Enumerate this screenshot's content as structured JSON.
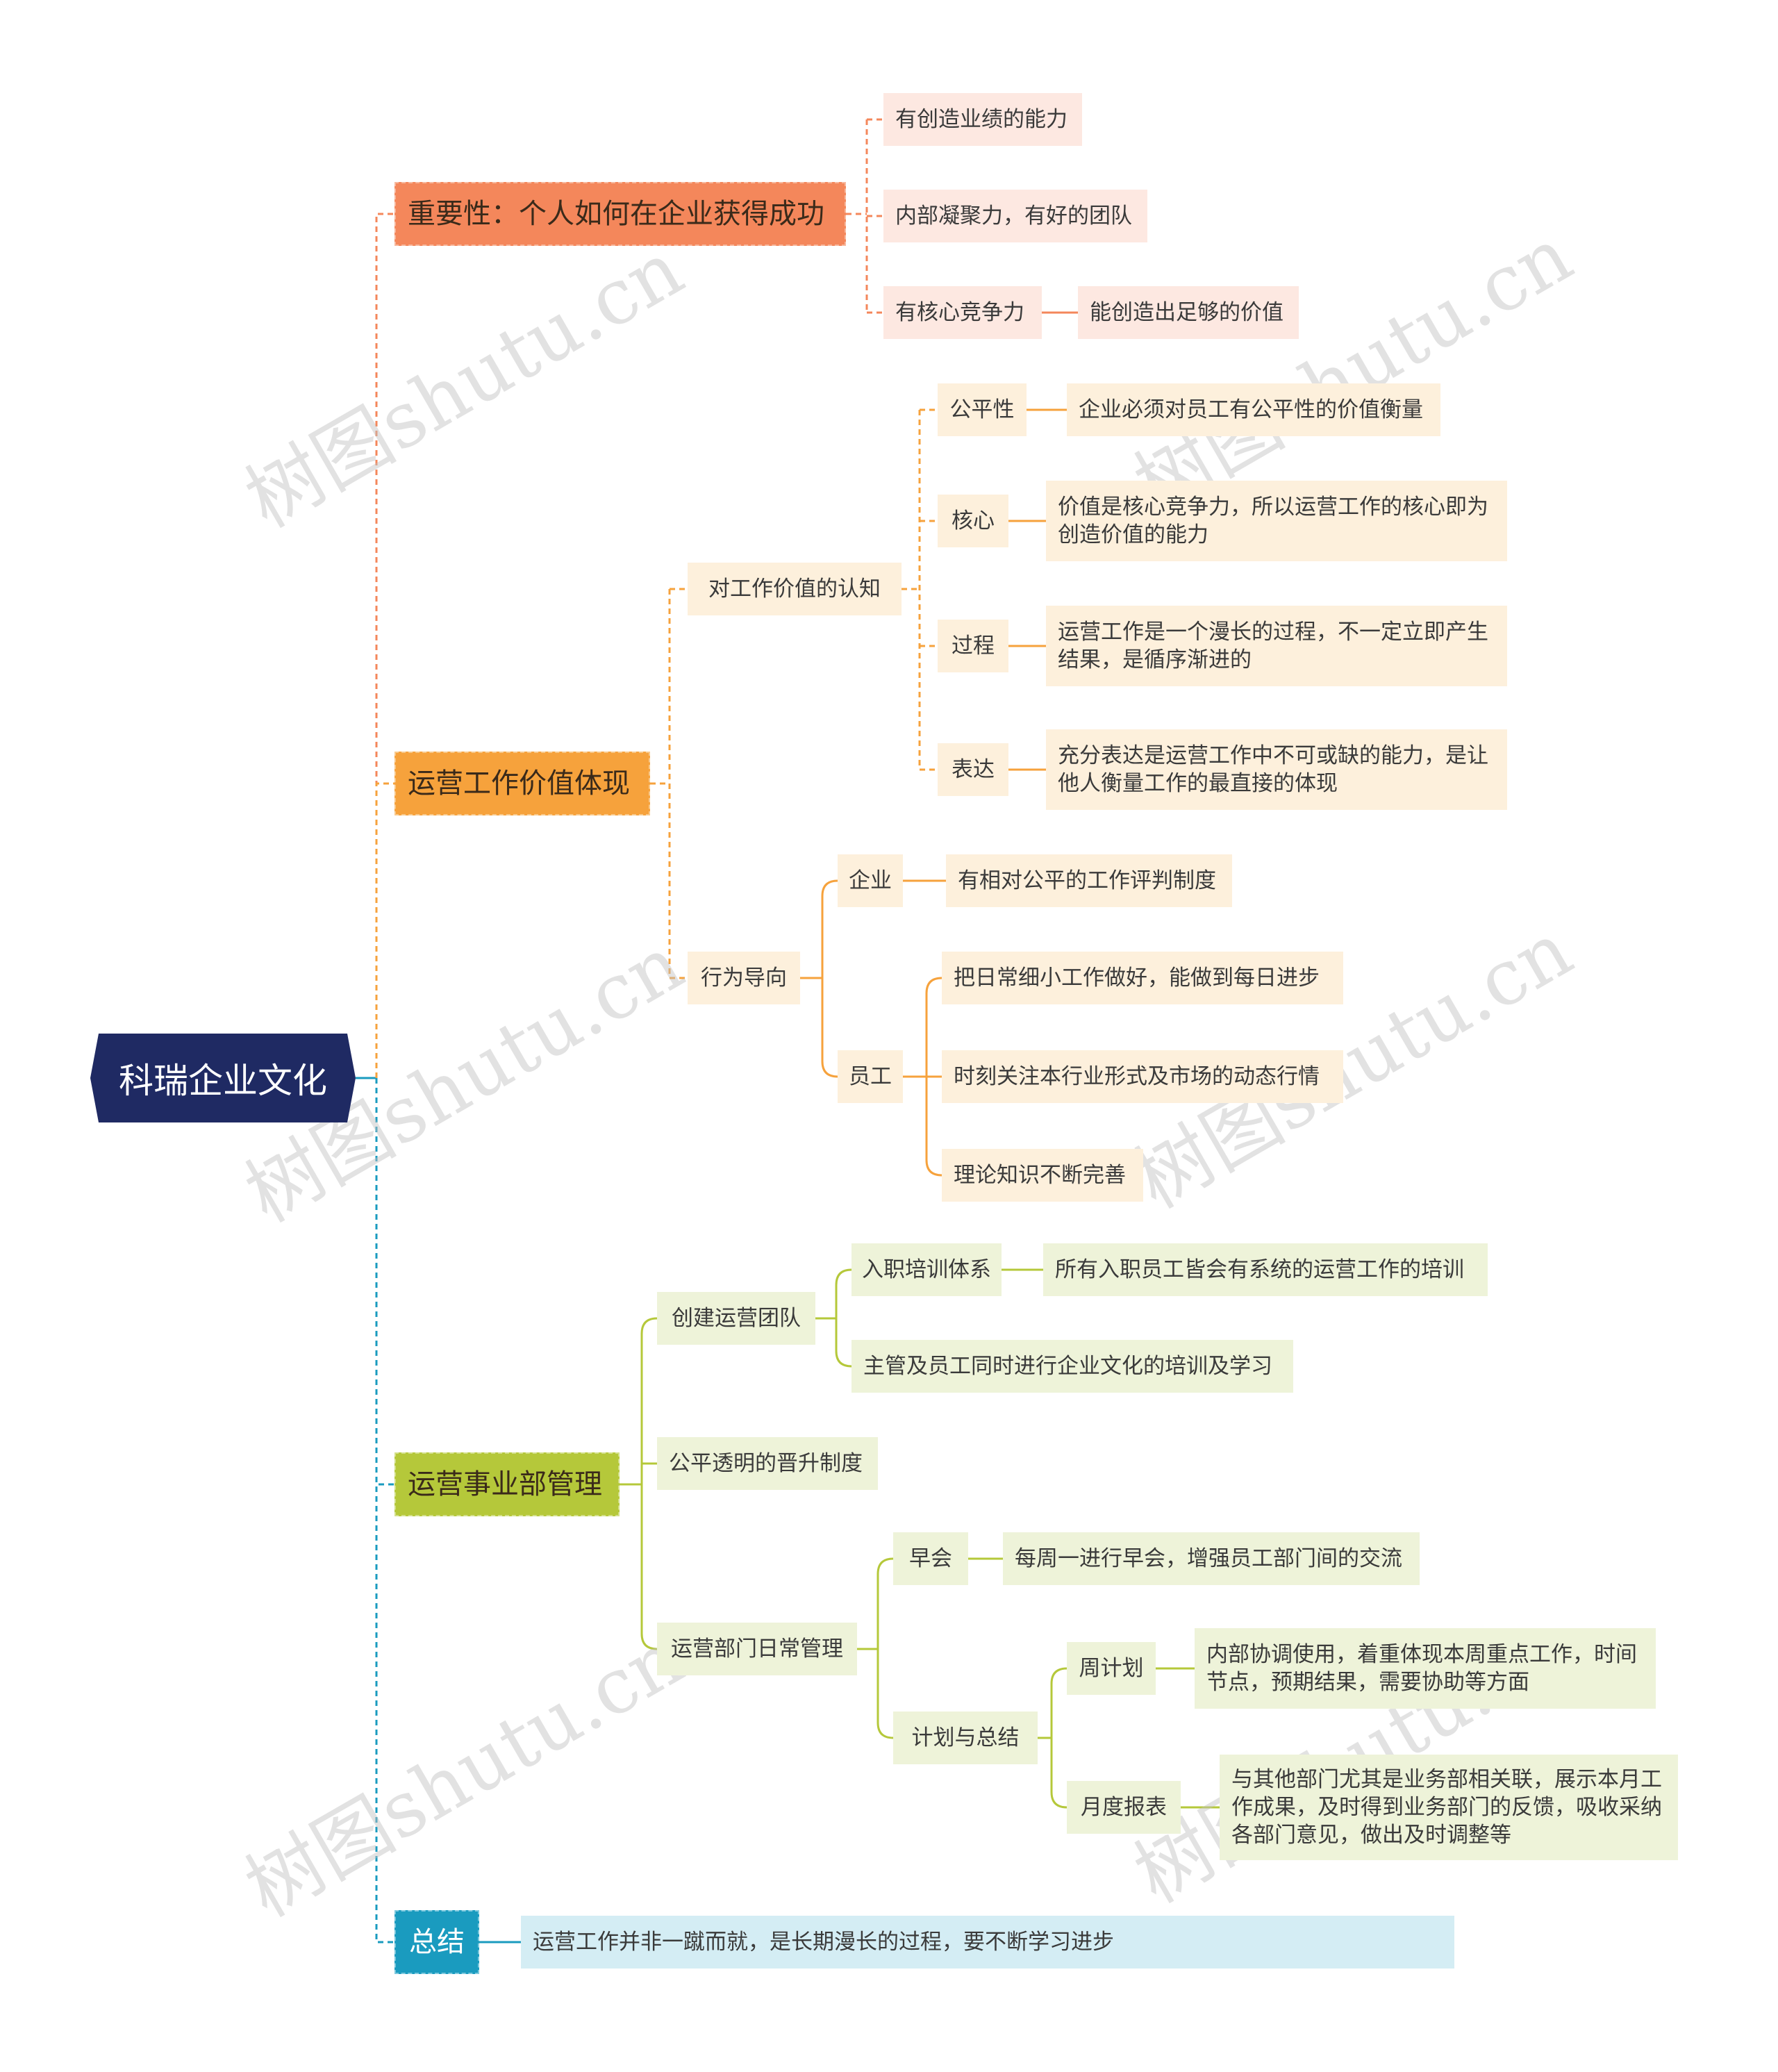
{
  "root": "科瑞企业文化",
  "watermark": "树图shutu.cn",
  "colors": {
    "orange": "#f4875b",
    "amber": "#f6a23c",
    "lime": "#b5c83a",
    "teal": "#1a9bbf",
    "root": "#1f2a63"
  },
  "importance": {
    "title": "重要性：个人如何在企业获得成功",
    "items": [
      "有创造业绩的能力",
      "内部凝聚力，有好的团队",
      "有核心竞争力"
    ],
    "core_value": "能创造出足够的价值"
  },
  "value": {
    "title": "运营工作价值体现",
    "cognition": {
      "title": "对工作价值的认知",
      "items": [
        {
          "label": "公平性",
          "desc": "企业必须对员工有公平性的价值衡量"
        },
        {
          "label": "核心",
          "desc": "价值是核心竞争力，所以运营工作的核心即为创造价值的能力"
        },
        {
          "label": "过程",
          "desc": "运营工作是一个漫长的过程，不一定立即产生结果，是循序渐进的"
        },
        {
          "label": "表达",
          "desc": "充分表达是运营工作中不可或缺的能力，是让他人衡量工作的最直接的体现"
        }
      ]
    },
    "behavior": {
      "title": "行为导向",
      "enterprise": {
        "label": "企业",
        "desc": "有相对公平的工作评判制度"
      },
      "employee": {
        "label": "员工",
        "items": [
          "把日常细小工作做好，能做到每日进步",
          "时刻关注本行业形式及市场的动态行情",
          "理论知识不断完善"
        ]
      }
    }
  },
  "management": {
    "title": "运营事业部管理",
    "team": {
      "title": "创建运营团队",
      "training": {
        "label": "入职培训体系",
        "desc": "所有入职员工皆会有系统的运营工作的培训"
      },
      "culture": "主管及员工同时进行企业文化的培训及学习"
    },
    "promotion": "公平透明的晋升制度",
    "daily": {
      "title": "运营部门日常管理",
      "morning": {
        "label": "早会",
        "desc": "每周一进行早会，增强员工部门间的交流"
      },
      "plan": {
        "title": "计划与总结",
        "weekly": {
          "label": "周计划",
          "desc": "内部协调使用，着重体现本周重点工作，时间节点，预期结果，需要协助等方面"
        },
        "monthly": {
          "label": "月度报表",
          "desc": "与其他部门尤其是业务部相关联，展示本月工作成果，及时得到业务部门的反馈，吸收采纳各部门意见，做出及时调整等"
        }
      }
    }
  },
  "summary": {
    "title": "总结",
    "desc": "运营工作并非一蹴而就，是长期漫长的过程，要不断学习进步"
  }
}
